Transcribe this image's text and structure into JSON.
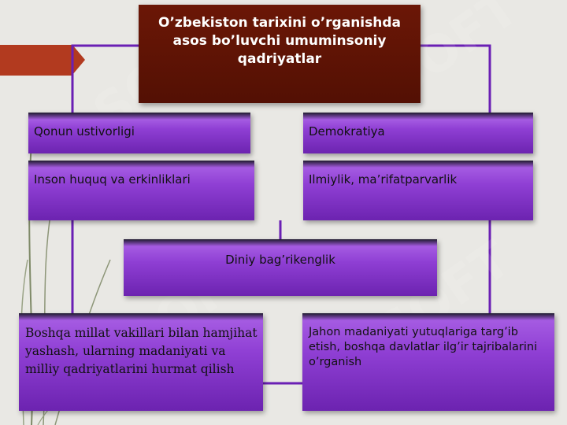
{
  "diagram": {
    "title": "O’zbekiston tarixini o’rganishda asos bo’luvchi umuminsoniy qadriyatlar",
    "nodes": {
      "qonun": "Qonun ustivorligi",
      "demokratiya": "Demokratiya",
      "inson": "Inson huquq va erkinliklari",
      "ilmiylik": "Ilmiylik, ma’rifatparvarlik",
      "diniy": "Diniy bag’rikenglik",
      "boshqa": "Boshqa millat vakillari bilan hamjihat yashash, ularning madaniyati va milliy qadriyatlarini hurmat qilish",
      "jahon": "Jahon madaniyati yutuqlariga targ’ib etish, boshqa davlatlar ilg’ir tajribalarini o’rganish"
    }
  },
  "watermark": {
    "text": "SOFT"
  },
  "colors": {
    "title_bg": "#5f1405",
    "box_purple": "#8f3fd4",
    "connector": "#6a1fb4",
    "accent_tab": "#b23a1f"
  }
}
